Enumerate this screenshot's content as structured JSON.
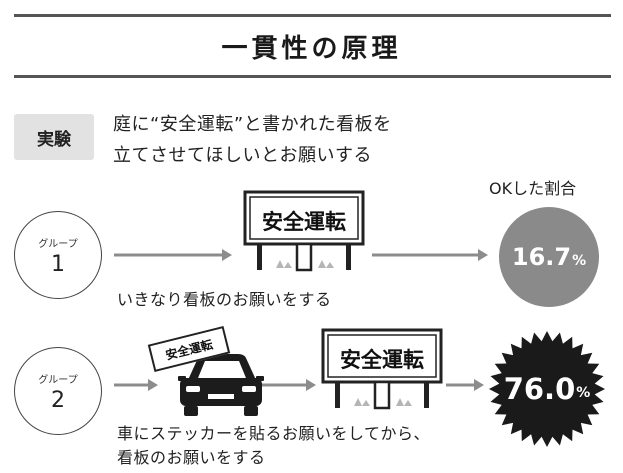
{
  "title": "一貫性の原理",
  "experiment": {
    "tag": "実験",
    "line1": "庭に“安全運転”と書かれた看板を",
    "line2": "立てさせてほしいとお願いする"
  },
  "ok_label": "OKした割合",
  "sign_text": "安全運転",
  "groups": [
    {
      "label": "グループ",
      "number": "1",
      "caption": "いきなり看板のお願いをする",
      "result_value": "16.7",
      "result_unit": "%"
    },
    {
      "label": "グループ",
      "number": "2",
      "caption_line1": "車にステッカーを貼るお願いをしてから、",
      "caption_line2": "看板のお願いをする",
      "sticker_text": "安全運転",
      "result_value": "76.0",
      "result_unit": "%"
    }
  ],
  "colors": {
    "rule": "#555555",
    "tag_bg": "#e2e2e2",
    "arrow": "#8c8c8c",
    "result_low": "#8a8a8a",
    "result_high": "#1a1a1a"
  },
  "icons": [
    "arrow-right-icon",
    "signboard-icon",
    "car-icon",
    "sticker-icon",
    "grass-icon",
    "starburst-icon"
  ]
}
